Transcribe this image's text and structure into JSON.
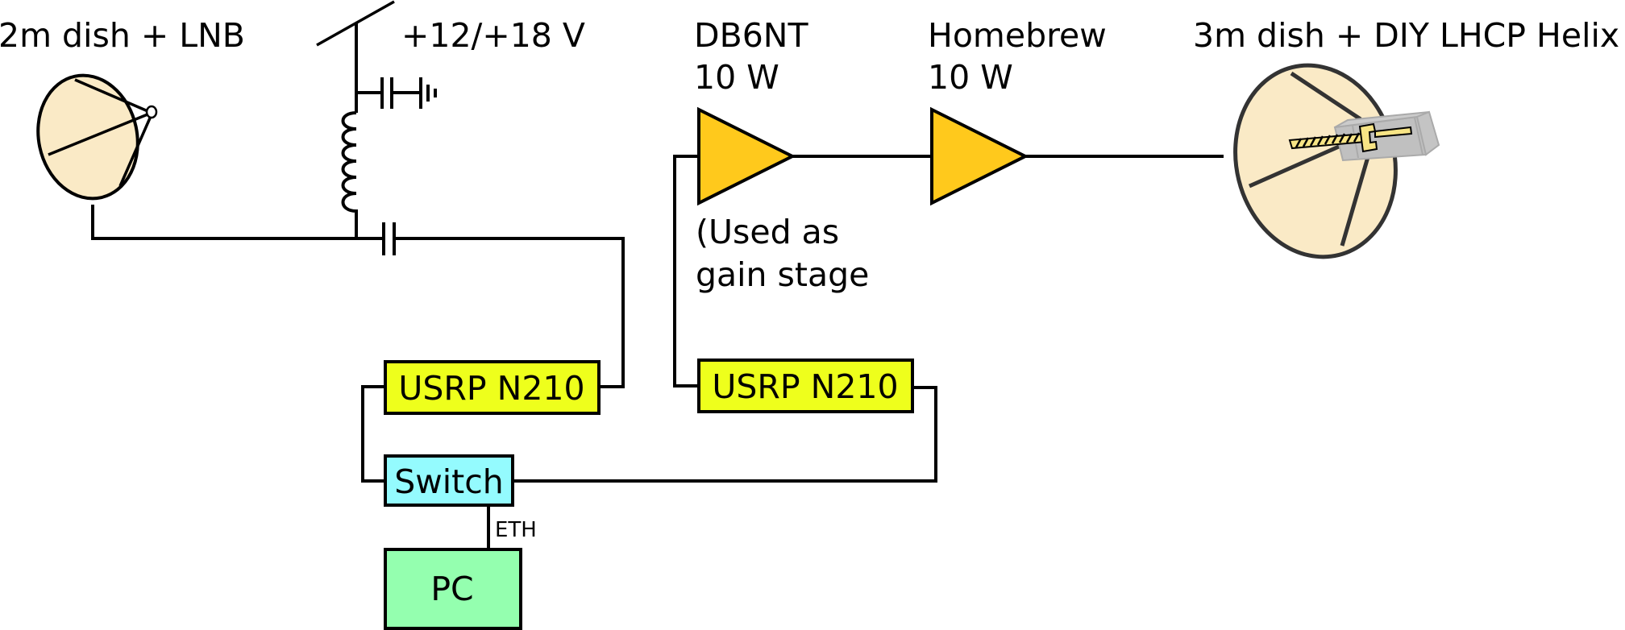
{
  "diagram": {
    "type": "RF system block diagram",
    "colors": {
      "usrp": "#eeff1c",
      "switch": "#94fbfe",
      "pc": "#94ffaf",
      "amplifier": "#ffc91c",
      "dish": "#faeac6",
      "feed_housing": "#c0c0c0",
      "helix": "#f7e485",
      "line": "#000000"
    },
    "rx_dish": {
      "label": "2m dish + LNB"
    },
    "bias_tee": {
      "supply_label": "+12/+18 V"
    },
    "amplifiers": [
      {
        "name": "DB6NT",
        "power": "10 W",
        "note_line1": "(Used as",
        "note_line2": "gain stage"
      },
      {
        "name": "Homebrew",
        "power": "10 W"
      }
    ],
    "tx_dish": {
      "label": "3m dish + DIY LHCP Helix"
    },
    "usrp_rx": {
      "label": "USRP N210"
    },
    "usrp_tx": {
      "label": "USRP N210"
    },
    "switch": {
      "label": "Switch"
    },
    "pc": {
      "label": "PC"
    },
    "link_label": "ETH"
  }
}
